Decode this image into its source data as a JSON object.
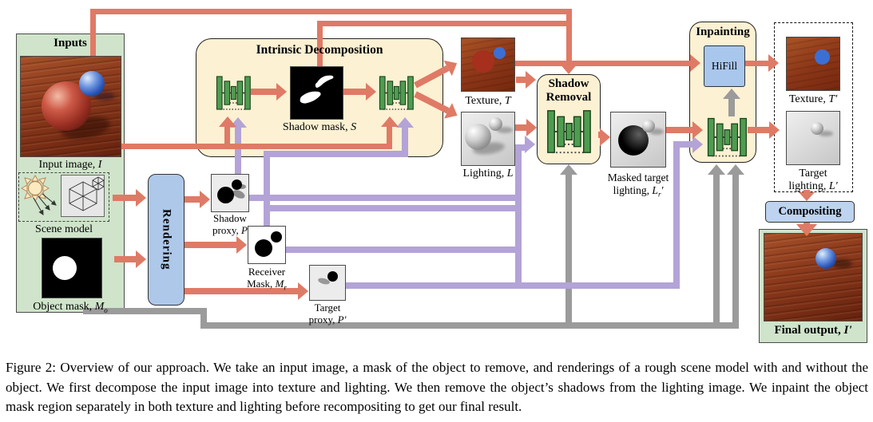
{
  "panels": {
    "inputs": {
      "title": "Inputs"
    },
    "rendering": {
      "title": "Rendering"
    },
    "intrinsic": {
      "title": "Intrinsic Decomposition"
    },
    "shadow_removal": {
      "title_line1": "Shadow",
      "title_line2": "Removal"
    },
    "inpainting": {
      "title": "Inpainting",
      "hifill_label": "HiFill"
    },
    "compositing": {
      "title": "Compositing"
    }
  },
  "labels": {
    "input_image": {
      "pre": "Input image, ",
      "var": "I"
    },
    "scene_model": {
      "text": "Scene model"
    },
    "object_mask": {
      "pre": "Object mask, ",
      "var": "M",
      "sub": "o"
    },
    "shadow_mask": {
      "pre": "Shadow mask, ",
      "var": "S"
    },
    "shadow_proxy": {
      "line1": "Shadow",
      "pre": "proxy, ",
      "var": "P"
    },
    "receiver_mask": {
      "line1": "Receiver",
      "pre": "Mask, ",
      "var": "M",
      "sub": "r"
    },
    "target_proxy": {
      "line1": "Target",
      "pre": "proxy, ",
      "var": "P",
      "post": "'"
    },
    "texture": {
      "pre": "Texture, ",
      "var": "T"
    },
    "lighting": {
      "pre": "Lighting, ",
      "var": "L"
    },
    "masked_target_lighting": {
      "line1": "Masked target",
      "pre": "lighting, ",
      "var": "L",
      "sub": "r",
      "post": "'"
    },
    "texture_out": {
      "pre": "Texture, ",
      "var": "T",
      "post": "'"
    },
    "target_lighting": {
      "line1": "Target",
      "pre": "lighting, ",
      "var": "L",
      "post": "'"
    },
    "final_output": {
      "pre": "Final output, ",
      "var": "I",
      "post": "'"
    }
  },
  "caption": {
    "text": "Figure 2: Overview of our approach. We take an input image, a mask of the object to remove, and renderings of a rough scene model with and without the object. We first decompose the input image into texture and lighting. We then remove the object’s shadows from the lighting image. We inpaint the object mask region separately in both texture and lighting before recompositing to get our final result."
  },
  "colors": {
    "red_arrow": "#df7a66",
    "purple_arrow": "#b3a3d7",
    "gray_arrow": "#9b9b9b",
    "network_green": "#4f9c51",
    "panel_green": "#cfe4ca",
    "process_yellow": "#fcf1d2",
    "process_blue": "#aec8ea"
  },
  "connections": [
    "Input image I -> Intrinsic Decomposition networks (red)",
    "Input image I and Shadow mask S -> Shadow Removal top (red)",
    "Scene model -> Rendering; Object mask -> Rendering (red)",
    "Rendering -> Shadow proxy P, Receiver Mask Mr, Target proxy P' (red)",
    "Shadow proxy P -> left decomposition network; Receiver Mask Mr -> right decomposition network (purple)",
    "Proxies P, Mr, P' -> Shadow Removal and Inpainting (purple)",
    "Decomposition -> Texture T and Lighting L (red)",
    "Texture T -> Shadow Removal and HiFill (red)",
    "Lighting L -> Shadow Removal -> Masked target lighting Lr' -> Inpainting network (red)",
    "Object mask Mo -> Shadow Removal and Inpainting (gray)",
    "HiFill -> Texture T'; Inpainting network -> Target lighting L' (red)",
    "T' and L' -> Compositing -> Final output I' (red)"
  ]
}
